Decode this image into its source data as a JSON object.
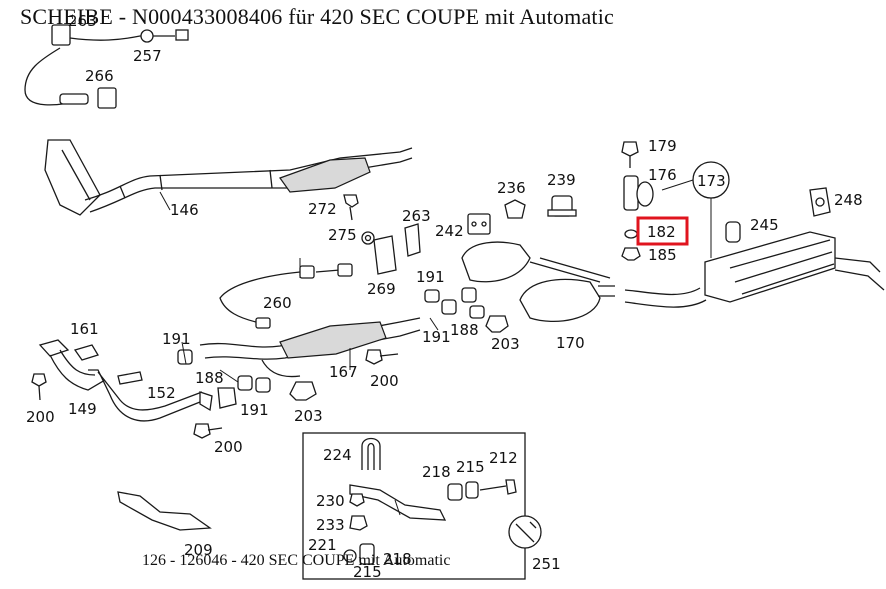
{
  "title": "SCHEIBE  - N000433008406 für 420 SEC COUPE mit Automatic",
  "footer": "126 - 126046 - 420 SEC COUPE mit Automatic",
  "highlight_color": "#e0141e",
  "labels": {
    "p263a": "263",
    "p257": "257",
    "p266": "266",
    "p146": "146",
    "p272": "272",
    "p275": "275",
    "p263b": "263",
    "p242": "242",
    "p236": "236",
    "p239": "239",
    "p179": "179",
    "p176": "176",
    "p173": "173",
    "p248": "248",
    "p245": "245",
    "p182": "182",
    "p185": "185",
    "p260": "260",
    "p269": "269",
    "p191a": "191",
    "p191b": "191",
    "p191c": "191",
    "p191d": "191",
    "p188a": "188",
    "p188b": "188",
    "p203a": "203",
    "p203b": "203",
    "p170": "170",
    "p161": "161",
    "p167": "167",
    "p200a": "200",
    "p200b": "200",
    "p200c": "200",
    "p152": "152",
    "p149": "149",
    "p224": "224",
    "p218a": "218",
    "p218b": "218",
    "p215a": "215",
    "p215b": "215",
    "p212": "212",
    "p230": "230",
    "p233": "233",
    "p221": "221",
    "p209": "209",
    "p251": "251"
  }
}
